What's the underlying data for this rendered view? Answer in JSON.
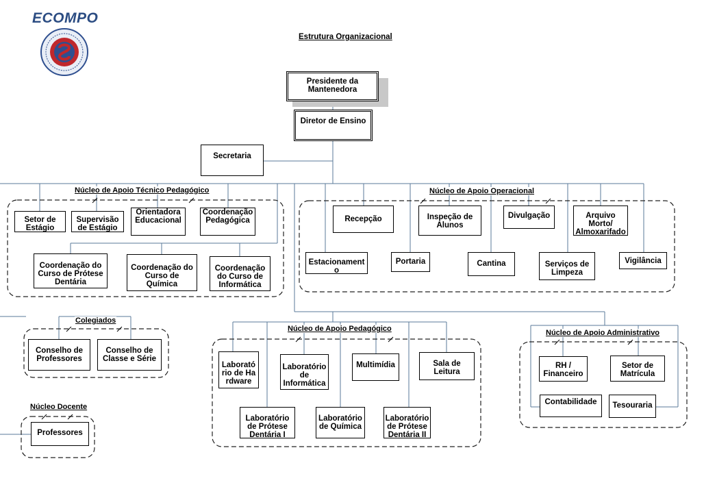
{
  "logo": {
    "text": "ECOMPO"
  },
  "title": "Estrutura Organizacional",
  "groups": {
    "tecnico": "Núcleo de Apoio Técnico Pedagógico",
    "operacional": "Núcleo de Apoio Operacional",
    "colegiados": "Colegiados",
    "pedagogico": "Núcleo de Apoio Pedagógico",
    "administrativo": "Núcleo de Apoio Administrativo",
    "docente": "Núcleo Docente"
  },
  "nodes": {
    "presidente": "Presidente da Mantenedora",
    "diretor": "Diretor de Ensino",
    "secretaria": "Secretaria",
    "setor_estagio": "Setor de Estágio",
    "supervisao_estagio": "Supervisão de Estágio",
    "orientadora": "Orientadora Educacional",
    "coord_pedagogica": "Coordenação Pedagógica",
    "coord_protese": "Coordenação do Curso de Prótese Dentária",
    "coord_quimica": "Coordenação do Curso de Química",
    "coord_informatica": "Coordenação do Curso de Informática",
    "recepcao": "Recepção",
    "inspecao": "Inspeção de Alunos",
    "divulgacao": "Divulgação",
    "arquivo": "Arquivo Morto/ Almoxarifado",
    "estacionamento": "Estacionamento",
    "portaria": "Portaria",
    "cantina": "Cantina",
    "servicos_limpeza": "Serviços de Limpeza",
    "vigilancia": "Vigilância",
    "conselho_professores": "Conselho de Professores",
    "conselho_classe": "Conselho de Classe e Série",
    "lab_hardware": "Laboratório de Hardware",
    "lab_informatica": "Laboratório de Informática",
    "multimidia": "Multimídia",
    "sala_leitura": "Sala de Leitura",
    "lab_protese1": "Laboratório de Prótese Dentária I",
    "lab_quimica": "Laboratório de Química",
    "lab_protese2": "Laboratório de Prótese Dentária II",
    "rh": "RH / Financeiro",
    "setor_matricula": "Setor de Matrícula",
    "contabilidade": "Contabilidade",
    "tesouraria": "Tesouraria",
    "professores": "Professores"
  },
  "colors": {
    "connector": "#5a7a9a",
    "logo": "#2b4c82",
    "seal_red": "#c0282c",
    "seal_blue": "#2f4f8f"
  }
}
